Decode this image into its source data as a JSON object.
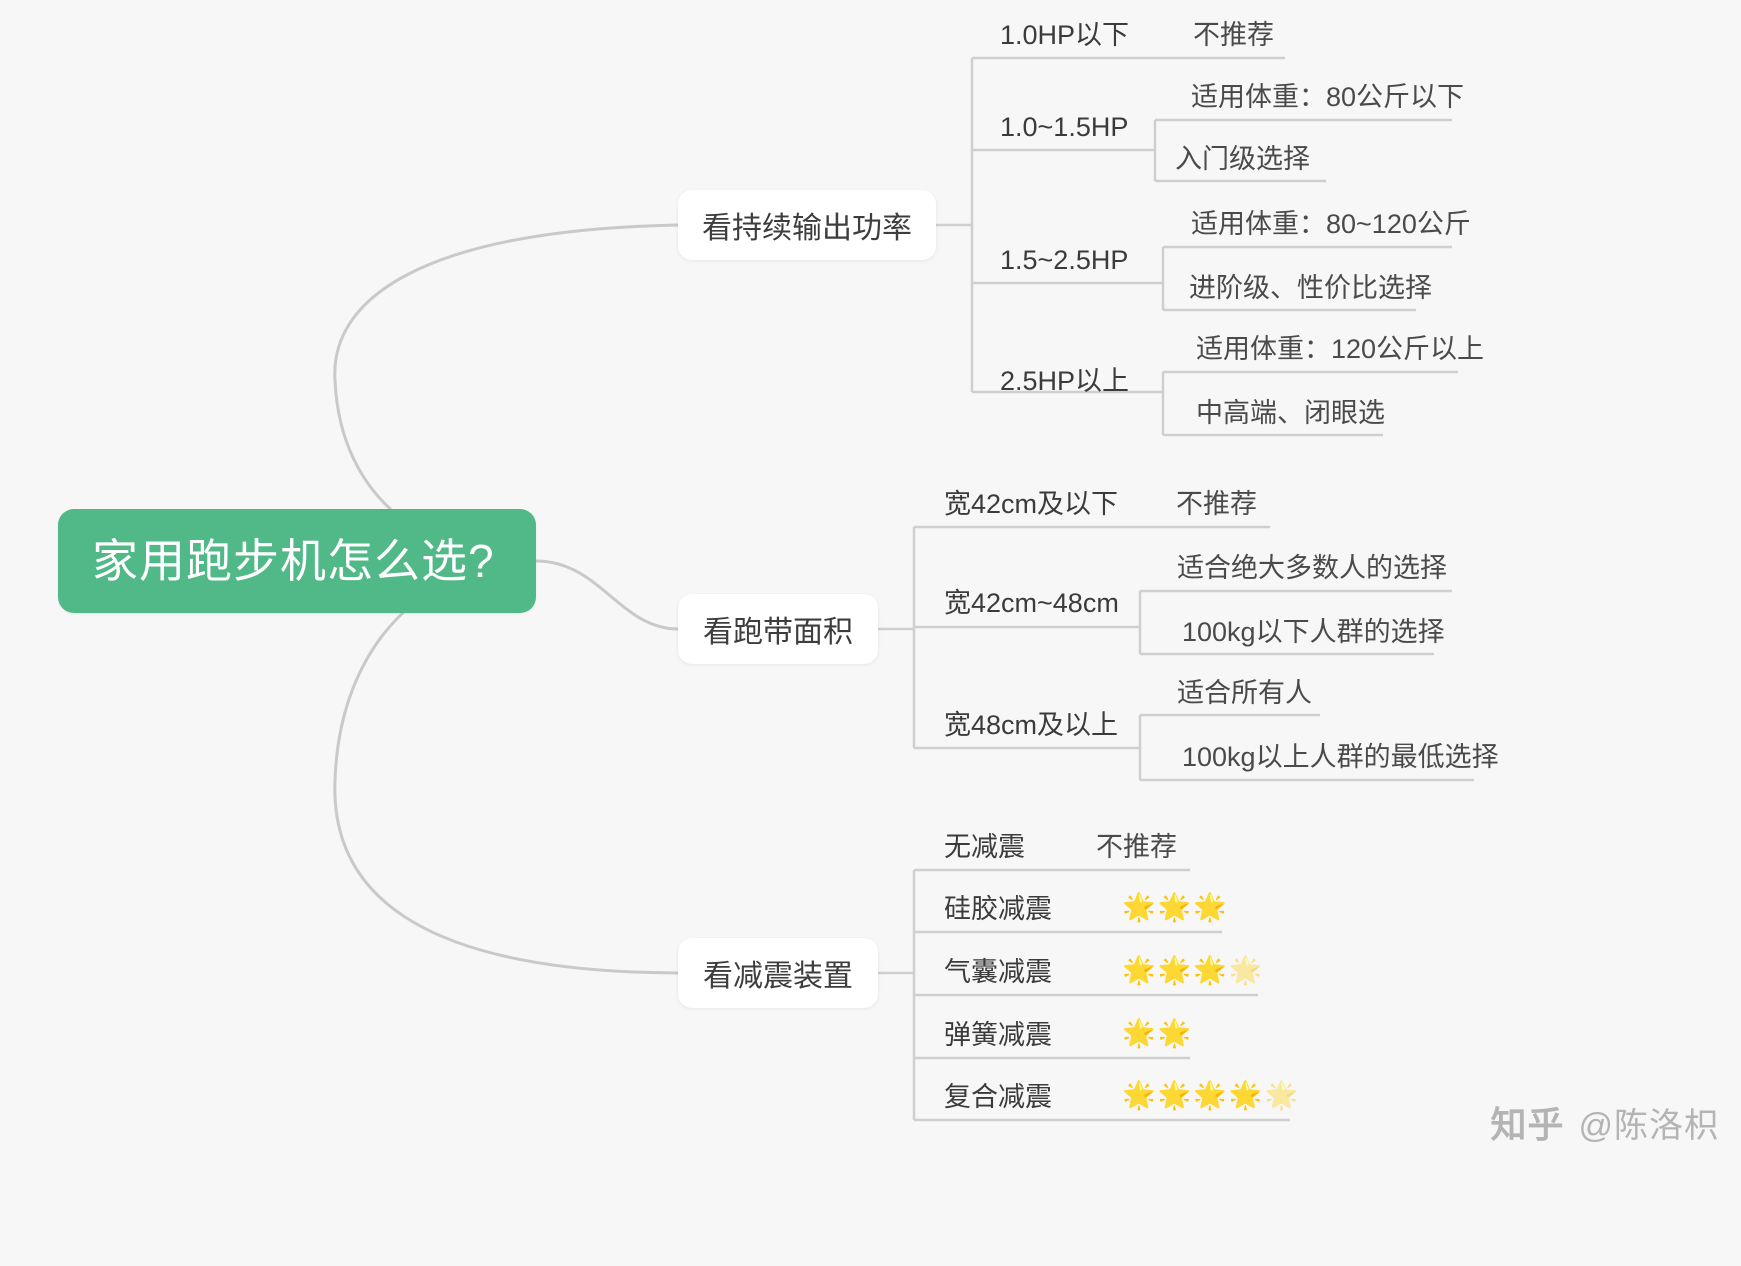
{
  "title": "家用跑步机怎么选?",
  "root": {
    "label": "家用跑步机怎么选?",
    "color": "#51b887",
    "text_color": "#ffffff"
  },
  "branches": [
    {
      "label": "看持续输出功率",
      "children": [
        {
          "label": "1.0HP以下",
          "leaves": [
            {
              "label": "不推荐"
            }
          ]
        },
        {
          "label": "1.0~1.5HP",
          "leaves": [
            {
              "label": "适用体重：80公斤以下"
            },
            {
              "label": "入门级选择"
            }
          ]
        },
        {
          "label": "1.5~2.5HP",
          "leaves": [
            {
              "label": "适用体重：80~120公斤"
            },
            {
              "label": "进阶级、性价比选择"
            }
          ]
        },
        {
          "label": "2.5HP以上",
          "leaves": [
            {
              "label": "适用体重：120公斤以上"
            },
            {
              "label": "中高端、闭眼选"
            }
          ]
        }
      ]
    },
    {
      "label": "看跑带面积",
      "children": [
        {
          "label": "宽42cm及以下",
          "leaves": [
            {
              "label": "不推荐"
            }
          ]
        },
        {
          "label": "宽42cm~48cm",
          "leaves": [
            {
              "label": "适合绝大多数人的选择"
            },
            {
              "label": "100kg以下人群的选择"
            }
          ]
        },
        {
          "label": "宽48cm及以上",
          "leaves": [
            {
              "label": "适合所有人"
            },
            {
              "label": "100kg以上人群的最低选择"
            }
          ]
        }
      ]
    },
    {
      "label": "看减震装置",
      "children": [
        {
          "label": "无减震",
          "leaves": [
            {
              "label": "不推荐"
            }
          ]
        },
        {
          "label": "硅胶减震",
          "leaves": [
            {
              "label": "",
              "stars": 3,
              "faded": 0
            }
          ]
        },
        {
          "label": "气囊减震",
          "leaves": [
            {
              "label": "",
              "stars": 4,
              "faded": 1
            }
          ]
        },
        {
          "label": "弹簧减震",
          "leaves": [
            {
              "label": "",
              "stars": 2,
              "faded": 0
            }
          ]
        },
        {
          "label": "复合减震",
          "leaves": [
            {
              "label": "",
              "stars": 5,
              "faded": 1
            }
          ]
        }
      ]
    }
  ],
  "watermark": {
    "logo": "知乎",
    "handle": "@陈洛枳"
  },
  "colors": {
    "background": "#f7f7f7",
    "accent": "#51b887",
    "link": "#c9c9c9",
    "text": "#3d3d3d",
    "star": "#f5c842"
  }
}
